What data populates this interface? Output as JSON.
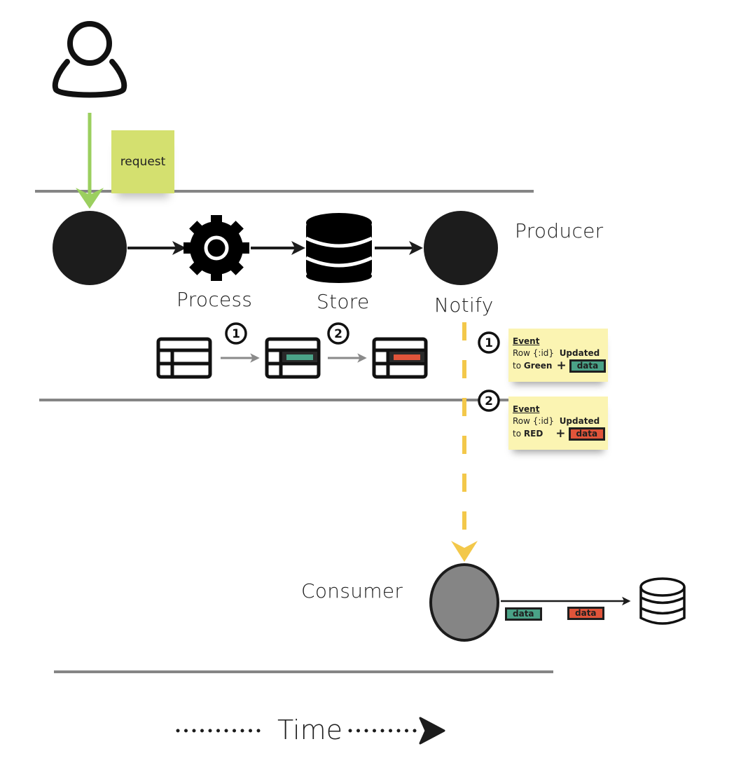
{
  "colors": {
    "request_arrow": "#9bcf5f",
    "request_note": "#d4e06f",
    "lane_line": "#858585",
    "node_dark": "#1c1c1c",
    "consumer_node": "#858585",
    "event_arrow": "#f3c84a",
    "event_note": "#fbf4b2",
    "green": "#4aa287",
    "red": "#e0543a",
    "flow_arrow_gray": "#8a8a8a"
  },
  "actor": {
    "icon": "user-icon"
  },
  "request_note": {
    "label": "request"
  },
  "producer": {
    "lane_label": "Producer",
    "steps": [
      {
        "name": "start",
        "icon": "circle-node",
        "label": ""
      },
      {
        "name": "process",
        "icon": "gear-icon",
        "label": "Process"
      },
      {
        "name": "store",
        "icon": "database-icon",
        "label": "Store"
      },
      {
        "name": "notify",
        "icon": "circle-node",
        "label": "Notify"
      }
    ],
    "table_states": [
      {
        "icon": "table-icon",
        "highlight": null
      },
      {
        "step": "1",
        "icon": "table-icon",
        "highlight": "green"
      },
      {
        "step": "2",
        "icon": "table-icon",
        "highlight": "red"
      }
    ]
  },
  "events": [
    {
      "step": "1",
      "title": "Event",
      "line1_prefix": "Row {:id}",
      "line1_bold": "Updated",
      "line2_prefix": "to",
      "line2_bold": "Green",
      "plus": "+",
      "tag": "data",
      "tag_color": "green"
    },
    {
      "step": "2",
      "title": "Event",
      "line1_prefix": "Row {:id}",
      "line1_bold": "Updated",
      "line2_prefix": "to",
      "line2_bold": "RED",
      "plus": "+",
      "tag": "data",
      "tag_color": "red"
    }
  ],
  "consumer": {
    "lane_label": "Consumer",
    "icon": "circle-node",
    "outputs": [
      {
        "tag": "data",
        "color": "green"
      },
      {
        "tag": "data",
        "color": "red"
      }
    ],
    "sink_icon": "database-outline-icon"
  },
  "time_axis": {
    "label": "Time"
  }
}
